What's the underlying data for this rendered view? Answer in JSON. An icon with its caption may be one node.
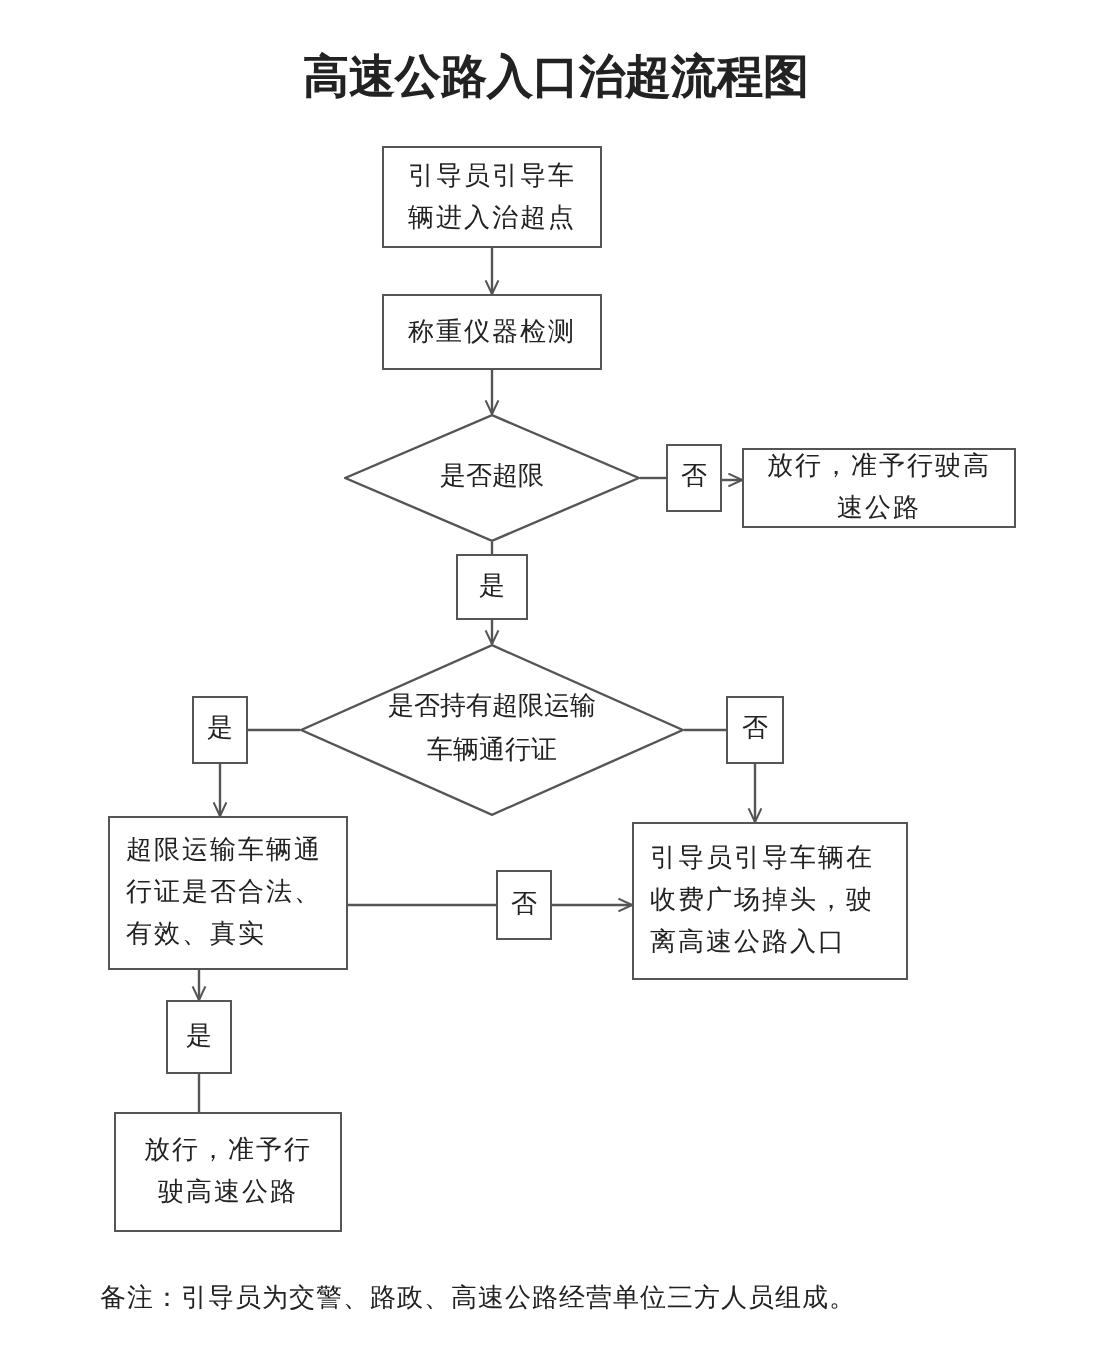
{
  "diagram": {
    "title": "高速公路入口治超流程图",
    "nodes": [
      {
        "text": [
          "引导员引导车辆进入治超点"
        ]
      },
      {
        "text": [
          "称重仪器检测"
        ]
      },
      {
        "text": [
          "是否超限"
        ]
      },
      {
        "text": [
          "否"
        ]
      },
      {
        "text": [
          "放行，准予行驶高速公路"
        ]
      },
      {
        "text": [
          "是"
        ]
      },
      {
        "text": [
          "是否持有超限运输车辆通行证"
        ]
      },
      {
        "text": [
          "是"
        ]
      },
      {
        "text": [
          "否"
        ]
      },
      {
        "text": [
          "超限运输车辆通行证是否合法、有效、真实"
        ]
      },
      {
        "text": [
          "否"
        ]
      },
      {
        "text": [
          "引导员引导车辆在收费广场掉头，驶离高速公路入口"
        ]
      },
      {
        "text": [
          "是"
        ]
      },
      {
        "text": [
          "放行，准予行驶高速公路"
        ]
      }
    ],
    "edges": [
      {
        "from": 0,
        "to": 1,
        "arrow": "to"
      },
      {
        "from": 1,
        "to": 2,
        "arrow": "to"
      },
      {
        "from": 2,
        "to": 3,
        "arrow": "none"
      },
      {
        "from": 3,
        "to": 4,
        "arrow": "to"
      },
      {
        "from": 2,
        "to": 5,
        "arrow": "none"
      },
      {
        "from": 5,
        "to": 6,
        "arrow": "to"
      },
      {
        "from": 6,
        "to": 7,
        "arrow": "none"
      },
      {
        "from": 7,
        "to": 9,
        "arrow": "to"
      },
      {
        "from": 6,
        "to": 8,
        "arrow": "none"
      },
      {
        "from": 8,
        "to": 11,
        "arrow": "to"
      },
      {
        "from": 9,
        "to": 10,
        "arrow": "none"
      },
      {
        "from": 10,
        "to": 11,
        "arrow": "to"
      },
      {
        "from": 9,
        "to": 12,
        "arrow": "to"
      },
      {
        "from": 12,
        "to": 13,
        "arrow": "none"
      }
    ],
    "labels": [
      "备注：引导员为交警、路政、高速公路经营单位三方人员组成。"
    ]
  }
}
